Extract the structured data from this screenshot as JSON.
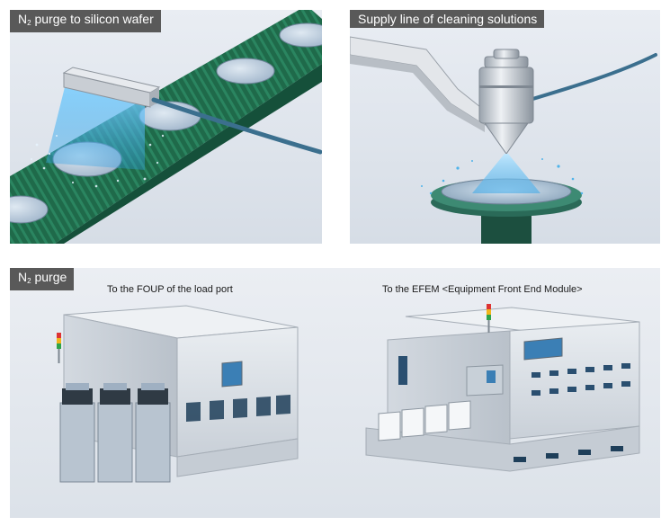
{
  "panels": {
    "wafer": {
      "label_main": "N",
      "label_sub": "2",
      "label_rest": " purge to silicon wafer"
    },
    "cleaning": {
      "label": "Supply line of cleaning solutions"
    },
    "purge": {
      "label_main": "N",
      "label_sub": "2",
      "label_rest": " purge"
    }
  },
  "captions": {
    "foup": "To the FOUP of the load port",
    "efem": "To the EFEM <Equipment Front End Module>"
  },
  "colors": {
    "conveyor": "#1f6a4a",
    "wafer": "#a9bed3",
    "spray": "#4fb3ea",
    "machine": "#dfe4ea",
    "tag_bg": "#595959"
  },
  "icons": [
    "nozzle-icon",
    "spray-nozzle-icon",
    "signal-tower-icon"
  ]
}
